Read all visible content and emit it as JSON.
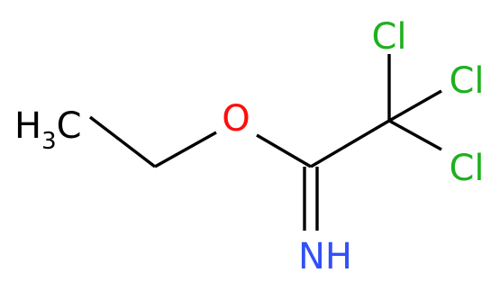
{
  "molecule": {
    "atoms": {
      "methyl": {
        "symbol": "H",
        "subscript": "3",
        "suffix": "C",
        "color": "#000000"
      },
      "oxygen": {
        "symbol": "O",
        "color": "#ff0d0d"
      },
      "imine_n": {
        "symbol": "NH",
        "color": "#3050f8"
      },
      "cl_top": {
        "symbol": "Cl",
        "color": "#1fb01f"
      },
      "cl_right": {
        "symbol": "Cl",
        "color": "#1fb01f"
      },
      "cl_bottom": {
        "symbol": "Cl",
        "color": "#1fb01f"
      }
    },
    "bond_color": "#000000"
  }
}
